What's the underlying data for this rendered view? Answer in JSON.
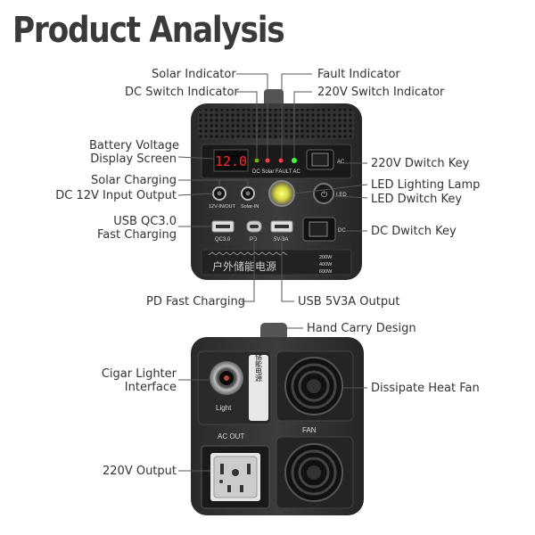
{
  "title": "Product Analysis",
  "callouts": {
    "solar_indicator": "Solar Indicator",
    "fault_indicator": "Fault Indicator",
    "dc_switch_indicator": "DC Switch Indicator",
    "v220_switch_indicator": "220V Switch Indicator",
    "battery_voltage_1": "Battery Voltage",
    "battery_voltage_2": "Display Screen",
    "v220_key": "220V Dwitch Key",
    "solar_charging": "Solar Charging",
    "led_lamp": "LED Lighting Lamp",
    "dc_input_output": "DC 12V Input Output",
    "led_key": "LED Dwitch Key",
    "usb_qc_1": "USB QC3.0",
    "usb_qc_2": "Fast Charging",
    "dc_key": "DC Dwitch Key",
    "pd_fast": "PD Fast Charging",
    "usb_5v3a": "USB 5V3A Output",
    "hand_carry": "Hand Carry Design",
    "cigar_1": "Cigar Lighter",
    "cigar_2": "Interface",
    "heat_fan": "Dissipate Heat Fan",
    "output_220v": "220V Output"
  },
  "device": {
    "display_value": "12.0",
    "indicator_labels": "DC Solar FAULT AC",
    "ac_label": "AC",
    "led_label": "LED",
    "dc_label": "DC",
    "port_12v": "12V-IN/OUT",
    "port_solar": "Solar-IN",
    "port_qc": "QC3.0",
    "port_pd": "PD",
    "port_5v": "5V-3A",
    "brand_text": "户外储能电源",
    "spec_lines": [
      "200W",
      "400W",
      "600W"
    ],
    "light_label": "Light",
    "fan_label": "FAN",
    "ac_out_label": "AC OUT",
    "side_chars": "储能电源"
  }
}
